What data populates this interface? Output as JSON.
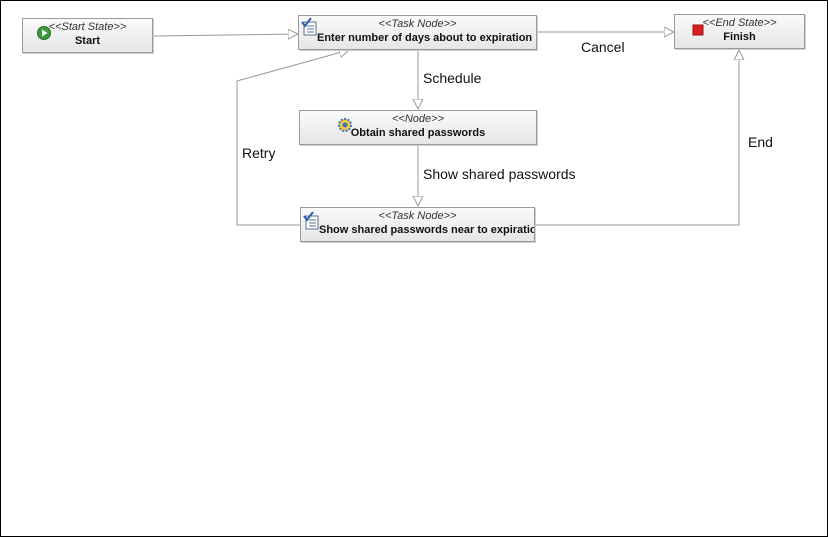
{
  "nodes": {
    "start": {
      "stereotype": "<<Start State>>",
      "name": "Start"
    },
    "enter_days": {
      "stereotype": "<<Task Node>>",
      "name": "Enter number of days about to expiration"
    },
    "finish": {
      "stereotype": "<<End State>>",
      "name": "Finish"
    },
    "obtain": {
      "stereotype": "<<Node>>",
      "name": "Obtain shared passwords"
    },
    "show_near": {
      "stereotype": "<<Task Node>>",
      "name": "Show shared passwords near to expiration"
    }
  },
  "transitions": {
    "cancel": "Cancel",
    "schedule": "Schedule",
    "retry": "Retry",
    "show": "Show shared passwords",
    "end": "End"
  },
  "colors": {
    "edge": "#9a9a9a",
    "start_icon": "#3c9a3c",
    "end_icon": "#d42020",
    "task_check": "#2a5db0",
    "gear": "#3a6fc4"
  }
}
